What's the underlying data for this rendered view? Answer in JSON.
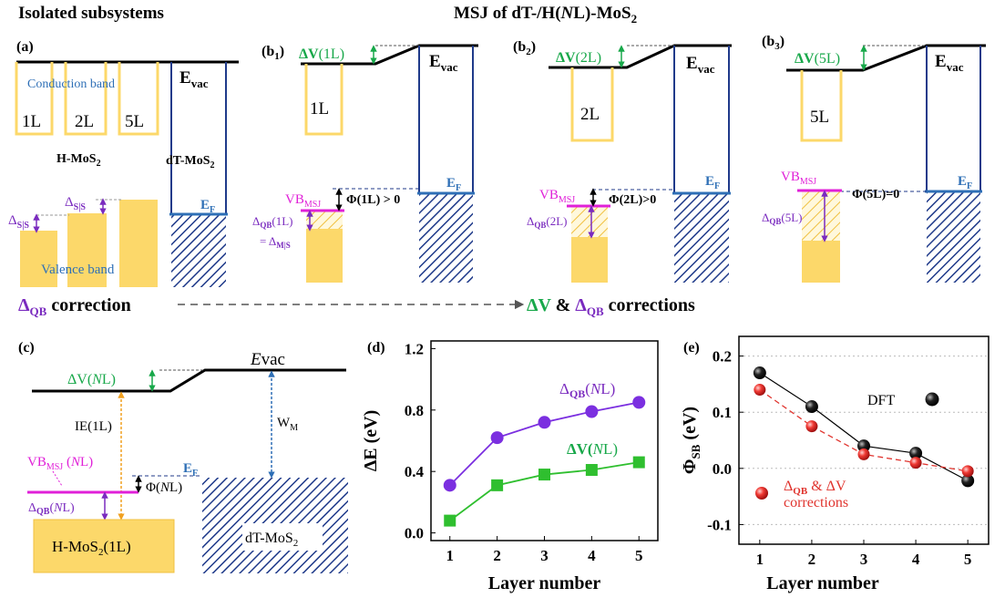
{
  "headings": {
    "isolated": "Isolated subsystems",
    "msj_main": "MSJ of dT-/H(",
    "msj_n": "N",
    "msj_tail": "L)-MoS",
    "msj_sub": "2"
  },
  "panel_labels": {
    "a": "(a)",
    "b1_main": "(b",
    "b1_sub": "1",
    "b1_close": ")",
    "b2_main": "(b",
    "b2_sub": "2",
    "b2_close": ")",
    "b3_main": "(b",
    "b3_sub": "3",
    "b3_close": ")",
    "c": "(c)",
    "d": "(d)",
    "e": "(e)"
  },
  "panel_a": {
    "conduction_band": "Conduction band",
    "valence_band": "Valence band",
    "layers": [
      "1L",
      "2L",
      "5L"
    ],
    "hmos2_main": "H-MoS",
    "hmos2_sub": "2",
    "dtmos2_main": "dT-MoS",
    "dtmos2_sub": "2",
    "evac_main": "E",
    "evac_sub": "vac",
    "ef_main": "E",
    "ef_sub": "F",
    "delta": "Δ",
    "s_s": "S|S"
  },
  "panel_b": {
    "dv1_pre": "ΔV",
    "dv1_arg": "(1L)",
    "dv2_pre": "ΔV",
    "dv2_arg": "(2L)",
    "dv3_pre": "ΔV",
    "dv3_arg": "(5L)",
    "layer1": "1L",
    "layer2": "2L",
    "layer3": "5L",
    "evac_main": "E",
    "evac_sub": "vac",
    "ef_main": "E",
    "ef_sub": "F",
    "vb_main": "VB",
    "vb_sub": "MSJ",
    "phi1": "Φ(1L) > 0",
    "phi2": "Φ(2L)>0",
    "phi3": "Φ(5L)=0",
    "dqb_main": "Δ",
    "dqb_sub": "QB",
    "arg1": "(1L)",
    "arg2": "(2L)",
    "arg3": "(5L)",
    "eq_main": "= Δ",
    "eq_sub": "M|S"
  },
  "corrections": {
    "left_delta": "Δ",
    "left_sub": "QB",
    "left_text": " correction",
    "right_dv": "ΔV",
    "right_amp": " & ",
    "right_delta": "Δ",
    "right_sub": "QB",
    "right_text": " corrections"
  },
  "panel_c": {
    "dv_pre": "ΔV(",
    "dv_n": "N",
    "dv_post": "L)",
    "evac_main": "E",
    "evac_sub": "vac",
    "ie": "IE(1L)",
    "wm_main": "W",
    "wm_sub": "M",
    "ef_main": "E",
    "ef_sub": "F",
    "vb_main": "VB",
    "vb_sub": "MSJ",
    "vb_arg_pre": " (",
    "vb_n": "N",
    "vb_arg_post": "L)",
    "phi_pre": "Φ(",
    "phi_n": "N",
    "phi_post": "L)",
    "dqb_main": "Δ",
    "dqb_sub": "QB",
    "dqb_pre": "(",
    "dqb_n": "N",
    "dqb_post": "L)",
    "hbox_main": "H-MoS",
    "hbox_sub": "2",
    "hbox_post": "(1L)",
    "dt_main": "dT-MoS",
    "dt_sub": "2"
  },
  "colors": {
    "green": "#18a84a",
    "purple": "#7a2bbf",
    "magenta": "#e020d8",
    "blue_label": "#2e6fb6",
    "navy": "#1f3a8a",
    "gold": "#fcd86a",
    "gold_edge": "#f0c040",
    "orange": "#f0a020",
    "red": "#e0342e",
    "d_purple": "#7b2fe0",
    "d_green": "#2fbf2f"
  },
  "chart_data": [
    {
      "type": "line",
      "panel": "(d)",
      "title": "",
      "xlabel": "Layer number",
      "ylabel": "ΔE (eV)",
      "x": [
        1,
        2,
        3,
        4,
        5
      ],
      "xlim": [
        0.6,
        5.4
      ],
      "ylim": [
        -0.05,
        1.25
      ],
      "yticks": [
        "0.0",
        "0.4",
        "0.8",
        "1.2"
      ],
      "yticks_val": [
        0.0,
        0.4,
        0.8,
        1.2
      ],
      "series": [
        {
          "name_main": "Δ",
          "name_sub": "QB",
          "name_post": "(",
          "name_n": "N",
          "name_end": "L)",
          "values": [
            0.31,
            0.62,
            0.72,
            0.79,
            0.85
          ],
          "marker": "circle"
        },
        {
          "name_main": "ΔV(",
          "name_n": "N",
          "name_end": "L)",
          "values": [
            0.08,
            0.31,
            0.38,
            0.41,
            0.46
          ],
          "marker": "square"
        }
      ]
    },
    {
      "type": "scatter",
      "panel": "(e)",
      "title": "",
      "xlabel": "Layer number",
      "ylabel_main": "Φ",
      "ylabel_sub": "SB",
      "ylabel_post": " (eV)",
      "x": [
        1,
        2,
        3,
        4,
        5
      ],
      "xlim": [
        0.6,
        5.4
      ],
      "ylim": [
        -0.135,
        0.235
      ],
      "yticks": [
        "-0.1",
        "0.0",
        "0.1",
        "0.2"
      ],
      "yticks_val": [
        -0.1,
        0.0,
        0.1,
        0.2
      ],
      "grid": true,
      "series": [
        {
          "name": "DFT",
          "values": [
            0.17,
            0.11,
            0.04,
            0.027,
            -0.022
          ]
        },
        {
          "name_main": "Δ",
          "name_sub": "QB",
          "name_mid": " & ΔV",
          "name_line2": "corrections",
          "values": [
            0.14,
            0.075,
            0.025,
            0.01,
            -0.005
          ]
        }
      ]
    }
  ]
}
